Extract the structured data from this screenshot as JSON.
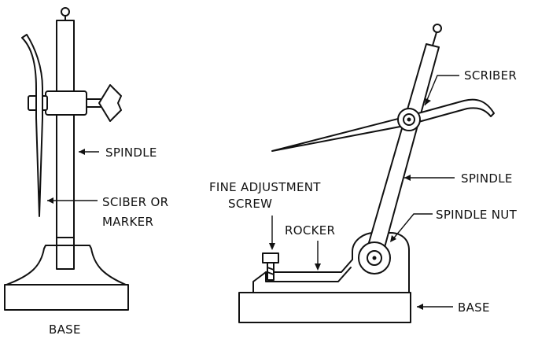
{
  "labels": {
    "left_spindle": "SPINDLE",
    "left_scriber_line1": "SCIBER OR",
    "left_scriber_line2": "MARKER",
    "left_base": "BASE",
    "right_scriber": "SCRIBER",
    "right_spindle": "SPINDLE",
    "fine_adjust_line1": "FINE ADJUSTMENT",
    "fine_adjust_line2": "SCREW",
    "rocker": "ROCKER",
    "spindle_nut": "SPINDLE NUT",
    "right_base": "BASE"
  }
}
